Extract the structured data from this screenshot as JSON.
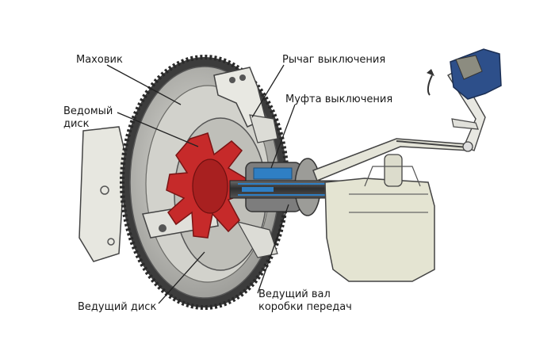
{
  "labels": {
    "flywheel": "Маховик",
    "driven_disc": "Ведомый\nдиск",
    "release_lever": "Рычаг выключения",
    "release_clutch": "Муфта выключения",
    "input_shaft": "Ведущий вал\nкоробки передач",
    "drive_disc": "Ведущий диск"
  },
  "colors": {
    "driven_disc": "#c62a2a",
    "shaft_highlight": "#2f7fc4",
    "pedal": "#2d4f8a",
    "metal_dark": "#4a4a4a",
    "metal_light": "#d8d8d2",
    "housing": "#e4e4d2"
  }
}
